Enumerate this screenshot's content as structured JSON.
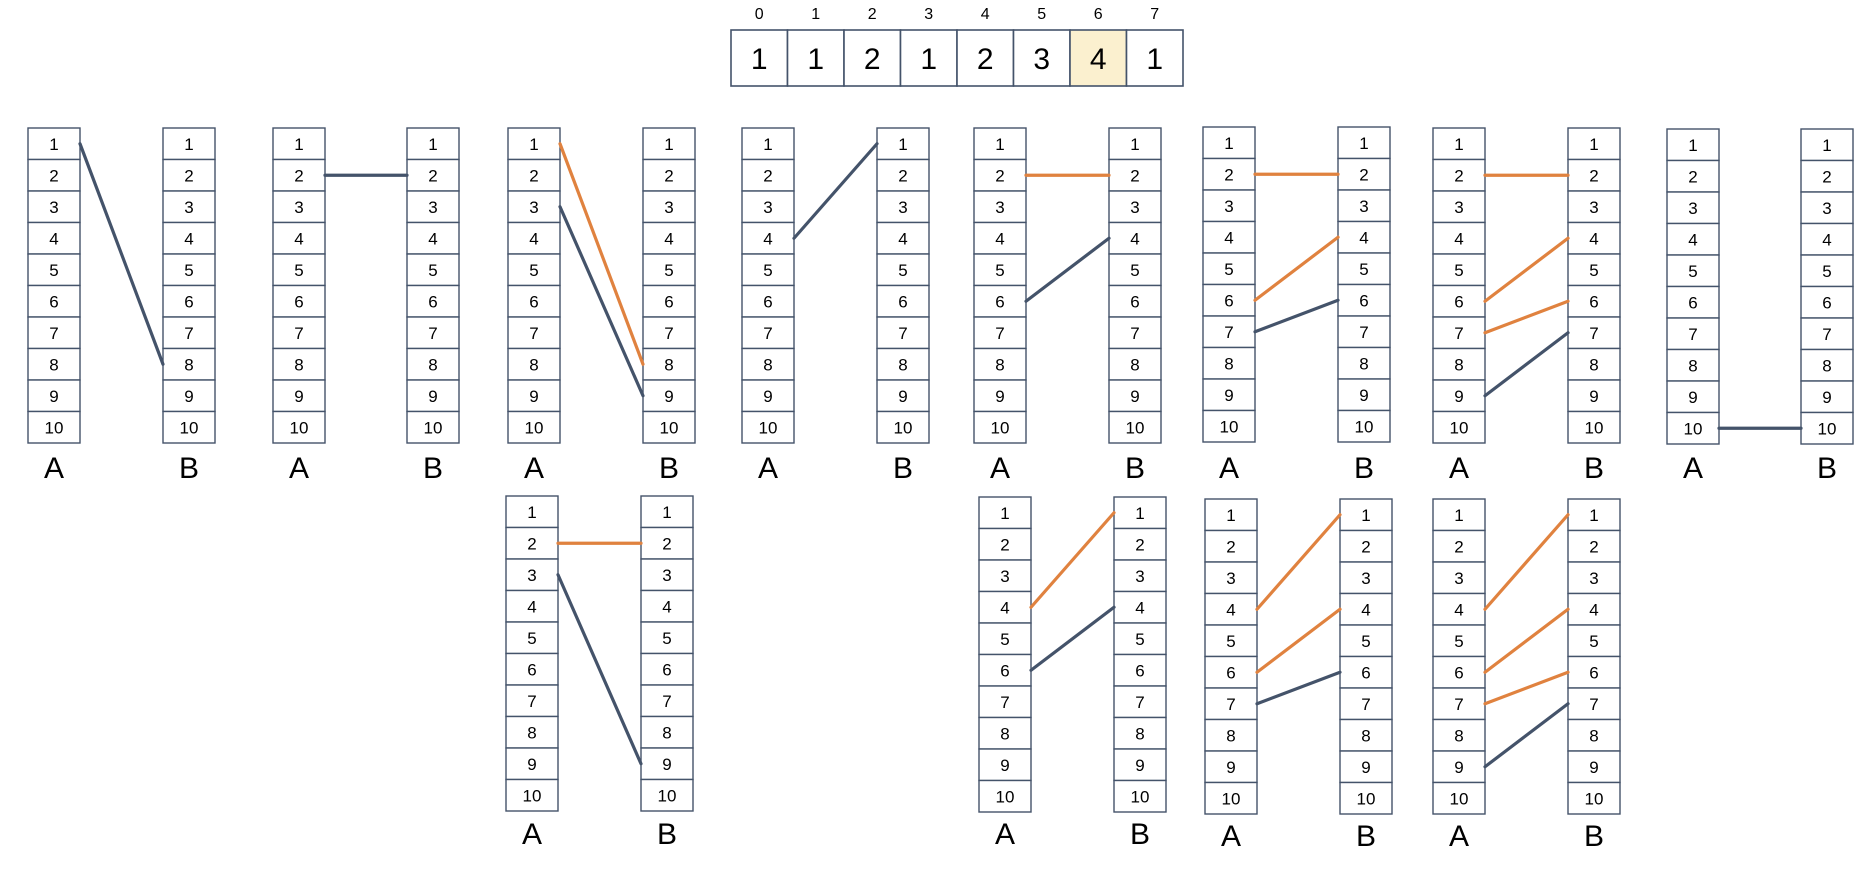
{
  "array": {
    "indices": [
      "0",
      "1",
      "2",
      "3",
      "4",
      "5",
      "6",
      "7"
    ],
    "values": [
      "1",
      "1",
      "2",
      "1",
      "2",
      "3",
      "4",
      "1"
    ],
    "highlight_index": 6,
    "highlight_color": "#fbf0cf"
  },
  "column_labels": {
    "left": "A",
    "right": "B"
  },
  "cell_labels": [
    "1",
    "2",
    "3",
    "4",
    "5",
    "6",
    "7",
    "8",
    "9",
    "10"
  ],
  "colors": {
    "dark_line": "#44536a",
    "orange_line": "#e0823f"
  },
  "panels": [
    {
      "id": "r1-p1",
      "links": [
        {
          "from": 1,
          "to": 8,
          "color": "dark"
        }
      ]
    },
    {
      "id": "r1-p2",
      "links": [
        {
          "from": 2,
          "to": 2,
          "color": "dark"
        }
      ]
    },
    {
      "id": "r1-p3",
      "links": [
        {
          "from": 1,
          "to": 8,
          "color": "orange"
        },
        {
          "from": 3,
          "to": 9,
          "color": "dark"
        }
      ]
    },
    {
      "id": "r1-p4",
      "links": [
        {
          "from": 4,
          "to": 1,
          "color": "dark"
        }
      ]
    },
    {
      "id": "r1-p5",
      "links": [
        {
          "from": 2,
          "to": 2,
          "color": "orange"
        },
        {
          "from": 6,
          "to": 4,
          "color": "dark"
        }
      ]
    },
    {
      "id": "r1-p6",
      "links": [
        {
          "from": 2,
          "to": 2,
          "color": "orange"
        },
        {
          "from": 6,
          "to": 4,
          "color": "orange"
        },
        {
          "from": 7,
          "to": 6,
          "color": "dark"
        }
      ]
    },
    {
      "id": "r1-p7",
      "links": [
        {
          "from": 2,
          "to": 2,
          "color": "orange"
        },
        {
          "from": 6,
          "to": 4,
          "color": "orange"
        },
        {
          "from": 7,
          "to": 6,
          "color": "orange"
        },
        {
          "from": 9,
          "to": 7,
          "color": "dark"
        }
      ]
    },
    {
      "id": "r1-p8",
      "links": [
        {
          "from": 10,
          "to": 10,
          "color": "dark"
        }
      ]
    },
    {
      "id": "r2-p1",
      "links": [
        {
          "from": 2,
          "to": 2,
          "color": "orange"
        },
        {
          "from": 3,
          "to": 9,
          "color": "dark"
        }
      ]
    },
    {
      "id": "r2-p2",
      "links": [
        {
          "from": 4,
          "to": 1,
          "color": "orange"
        },
        {
          "from": 6,
          "to": 4,
          "color": "dark"
        }
      ]
    },
    {
      "id": "r2-p3",
      "links": [
        {
          "from": 4,
          "to": 1,
          "color": "orange"
        },
        {
          "from": 6,
          "to": 4,
          "color": "orange"
        },
        {
          "from": 7,
          "to": 6,
          "color": "dark"
        }
      ]
    },
    {
      "id": "r2-p4",
      "links": [
        {
          "from": 4,
          "to": 1,
          "color": "orange"
        },
        {
          "from": 6,
          "to": 4,
          "color": "orange"
        },
        {
          "from": 7,
          "to": 6,
          "color": "orange"
        },
        {
          "from": 9,
          "to": 7,
          "color": "dark"
        }
      ]
    }
  ]
}
